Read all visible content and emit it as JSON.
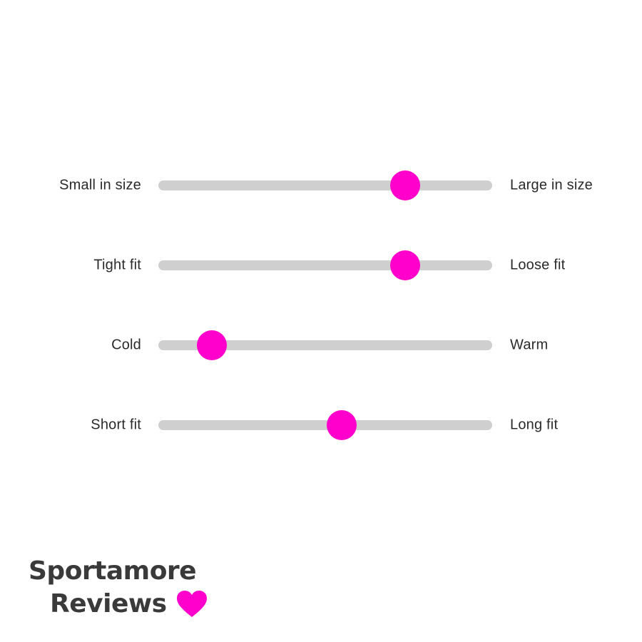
{
  "sliders": [
    {
      "left_label": "Small in size",
      "right_label": "Large in size",
      "value": 0.74
    },
    {
      "left_label": "Tight fit",
      "right_label": "Loose fit",
      "value": 0.74
    },
    {
      "left_label": "Cold",
      "right_label": "Warm",
      "value": 0.16
    },
    {
      "left_label": "Short fit",
      "right_label": "Long fit",
      "value": 0.55
    }
  ],
  "brand": {
    "line1": "Sportamore",
    "line2": "Reviews",
    "icon": "heart-icon"
  },
  "colors": {
    "accent": "#ff00cc",
    "track": "#cfcfcf",
    "text": "#2a2a2a",
    "brand_text": "#3a3a3a"
  }
}
